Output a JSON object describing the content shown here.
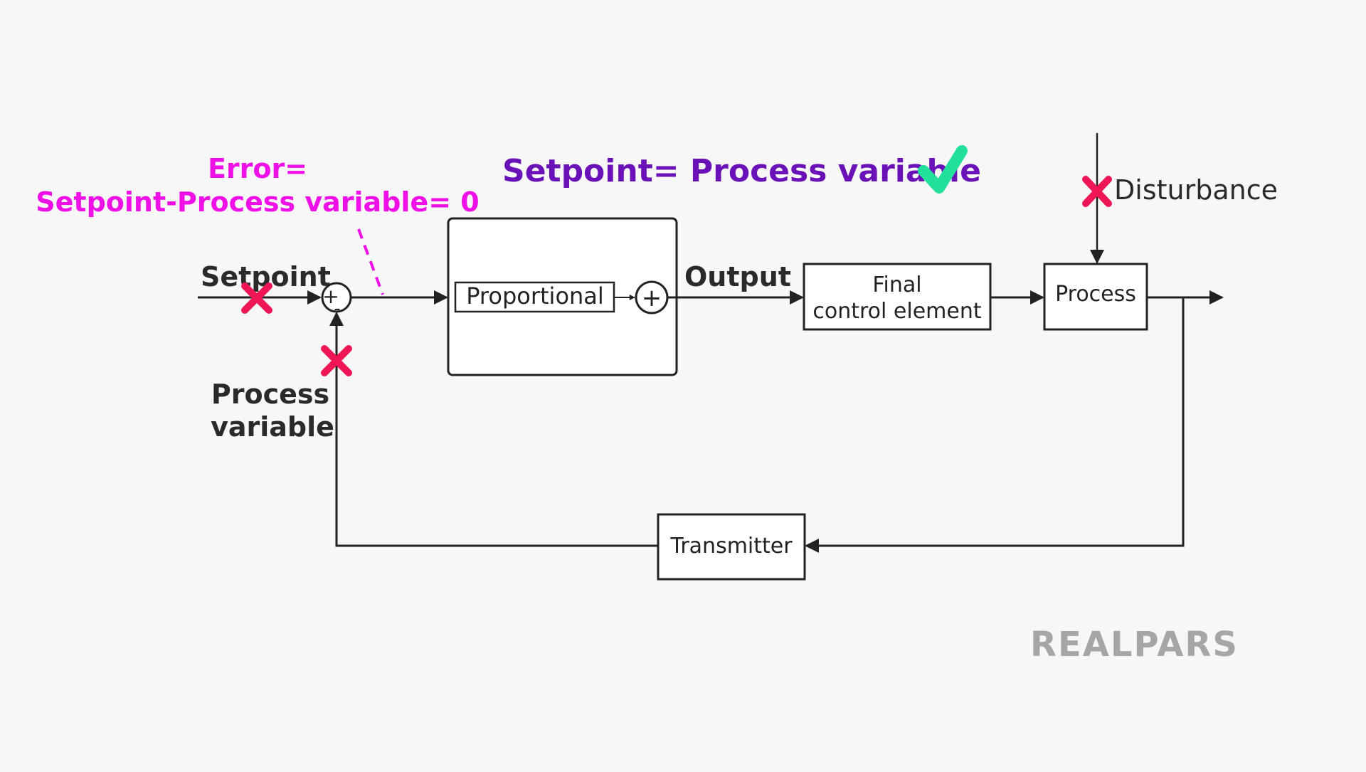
{
  "annotations": {
    "error_line1": "Error=",
    "error_line2": "Setpoint-Process variable= 0",
    "equality": "Setpoint= Process variable"
  },
  "labels": {
    "setpoint": "Setpoint",
    "process_variable_line1": "Process",
    "process_variable_line2": "variable",
    "output": "Output",
    "disturbance": "Disturbance"
  },
  "blocks": {
    "proportional": "Proportional",
    "final_control_line1": "Final",
    "final_control_line2": "control element",
    "process": "Process",
    "transmitter": "Transmitter"
  },
  "summing_junction": {
    "plus_sign": "+",
    "minus_sign": "-",
    "output_plus": "+"
  },
  "brand": {
    "logo_text": "REALPARS"
  },
  "colors": {
    "background": "#f7f7f7",
    "line": "#222222",
    "error_text": "#ee10e6",
    "equality_text": "#6a12b8",
    "check_mark": "#22e09a",
    "x_mark": "#ef1656",
    "logo": "#a6a6a6"
  },
  "icons": {
    "check": "check-mark-icon",
    "cross": "x-mark-icon"
  }
}
